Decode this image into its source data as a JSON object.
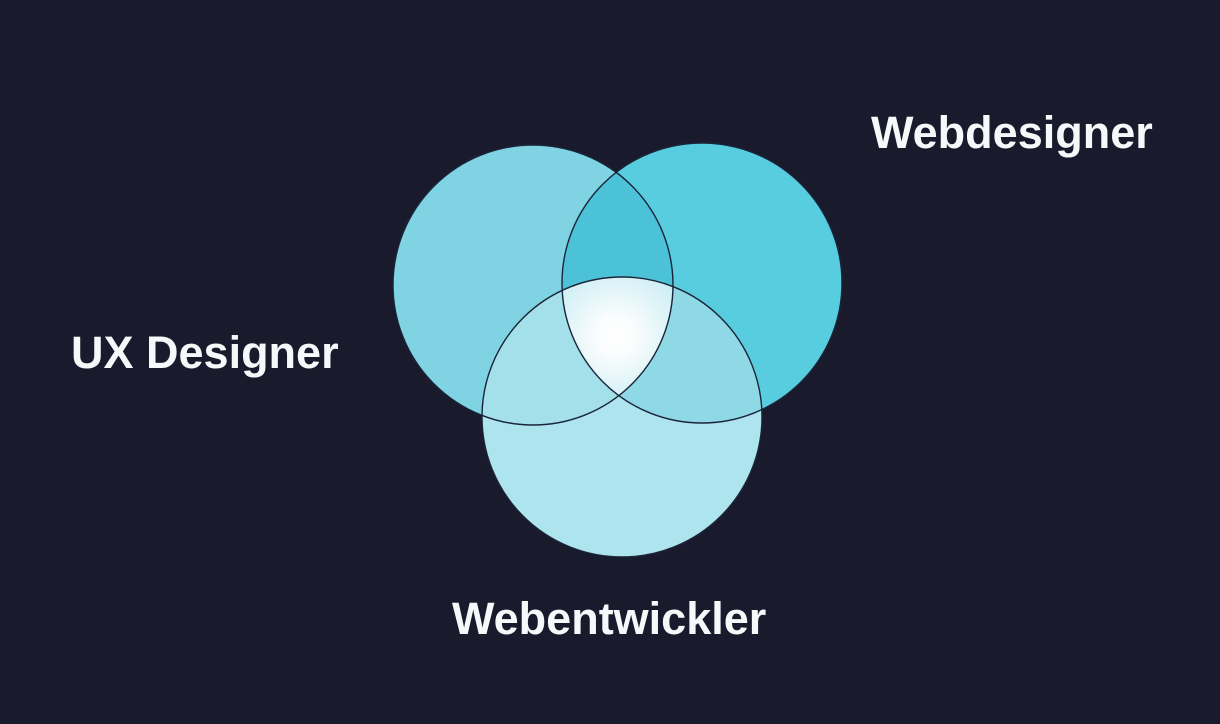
{
  "page": {
    "background": "#191b2d",
    "label_text_color": "#f7f8fa"
  },
  "diagram": {
    "type": "venn-3-sets",
    "sets": {
      "left": {
        "label": "UX Designer",
        "color": "#80d3e2"
      },
      "right": {
        "label": "Webdesigner",
        "color": "#58cde0"
      },
      "bottom": {
        "label": "Webentwickler",
        "color": "#ade4ee"
      }
    },
    "overlaps": {
      "left_right": {
        "color": "#4cc2d8"
      },
      "left_bottom": {
        "color": "#a3e0ea"
      },
      "right_bottom": {
        "color": "#8fd8e5"
      },
      "center_glow_core": "#ffffff",
      "center_glow_edge": "#b3e6ef"
    },
    "outline_color": "#1a2438"
  }
}
